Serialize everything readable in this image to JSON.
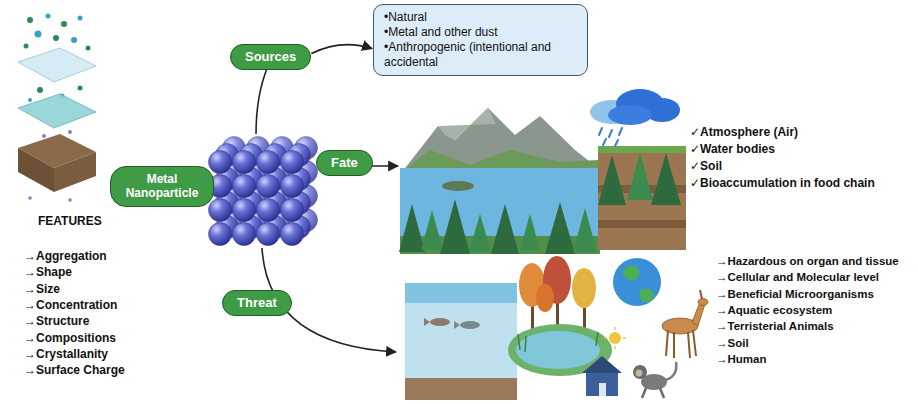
{
  "diagram": {
    "nodes": [
      {
        "text": [
          "Metal Nanoparticle"
        ]
      },
      {
        "text": [
          "Sources"
        ]
      },
      {
        "text": [
          "Fate"
        ]
      },
      {
        "text": [
          "Threat"
        ]
      },
      {
        "text": [
          "•Natural",
          "•Metal and other dust",
          "•Anthropogenic (intentional and accidental"
        ]
      }
    ],
    "edges": [
      {
        "from": 1,
        "to": 4,
        "arrow": "to"
      }
    ],
    "labels": [
      "FEATURES",
      "→Aggregation",
      "→Shape",
      "→Size",
      "→Concentration",
      "→Structure",
      "→Compositions",
      "→Crystallanity",
      "→Surface Charge",
      "✓Atmosphere (Air)",
      "✓Water bodies",
      "✓Soil",
      "✓Bioaccumulation in food chain",
      "→Hazardous on organ and tissue",
      "→Cellular and Molecular level",
      "→Beneficial Microorganisms",
      "→Aquatic ecosystem",
      "→Terristerial Animals",
      "→Soil",
      "→Human"
    ]
  }
}
